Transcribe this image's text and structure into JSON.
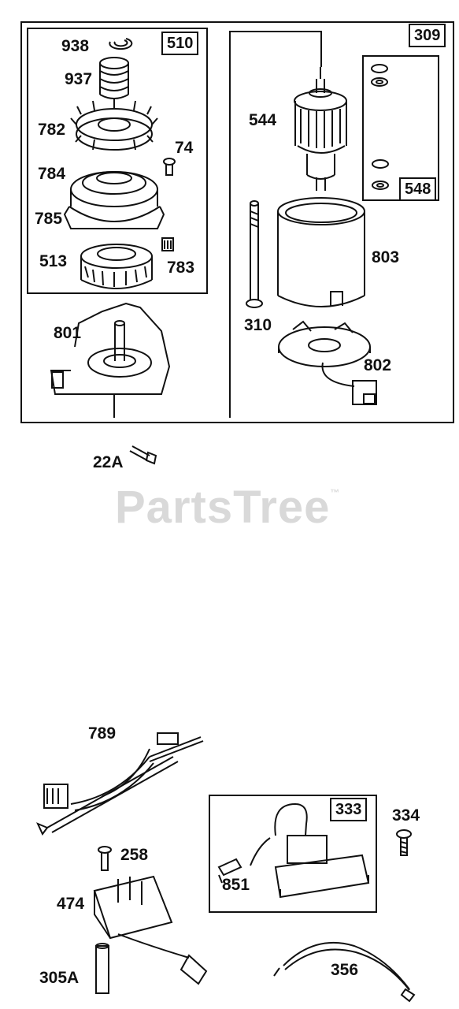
{
  "watermark": {
    "text": "PartsTree",
    "tm": "™"
  },
  "groups": {
    "starter_assembly": "309",
    "drive_kit": "510",
    "brush_kit": "548",
    "ignition_module": "333"
  },
  "parts": {
    "p938": "938",
    "p937": "937",
    "p782": "782",
    "p74": "74",
    "p784": "784",
    "p785": "785",
    "p513": "513",
    "p783": "783",
    "p801": "801",
    "p544": "544",
    "p803": "803",
    "p310": "310",
    "p802": "802",
    "p22A": "22A",
    "p789": "789",
    "p334": "334",
    "p258": "258",
    "p851": "851",
    "p474": "474",
    "p305A": "305A",
    "p356": "356"
  }
}
